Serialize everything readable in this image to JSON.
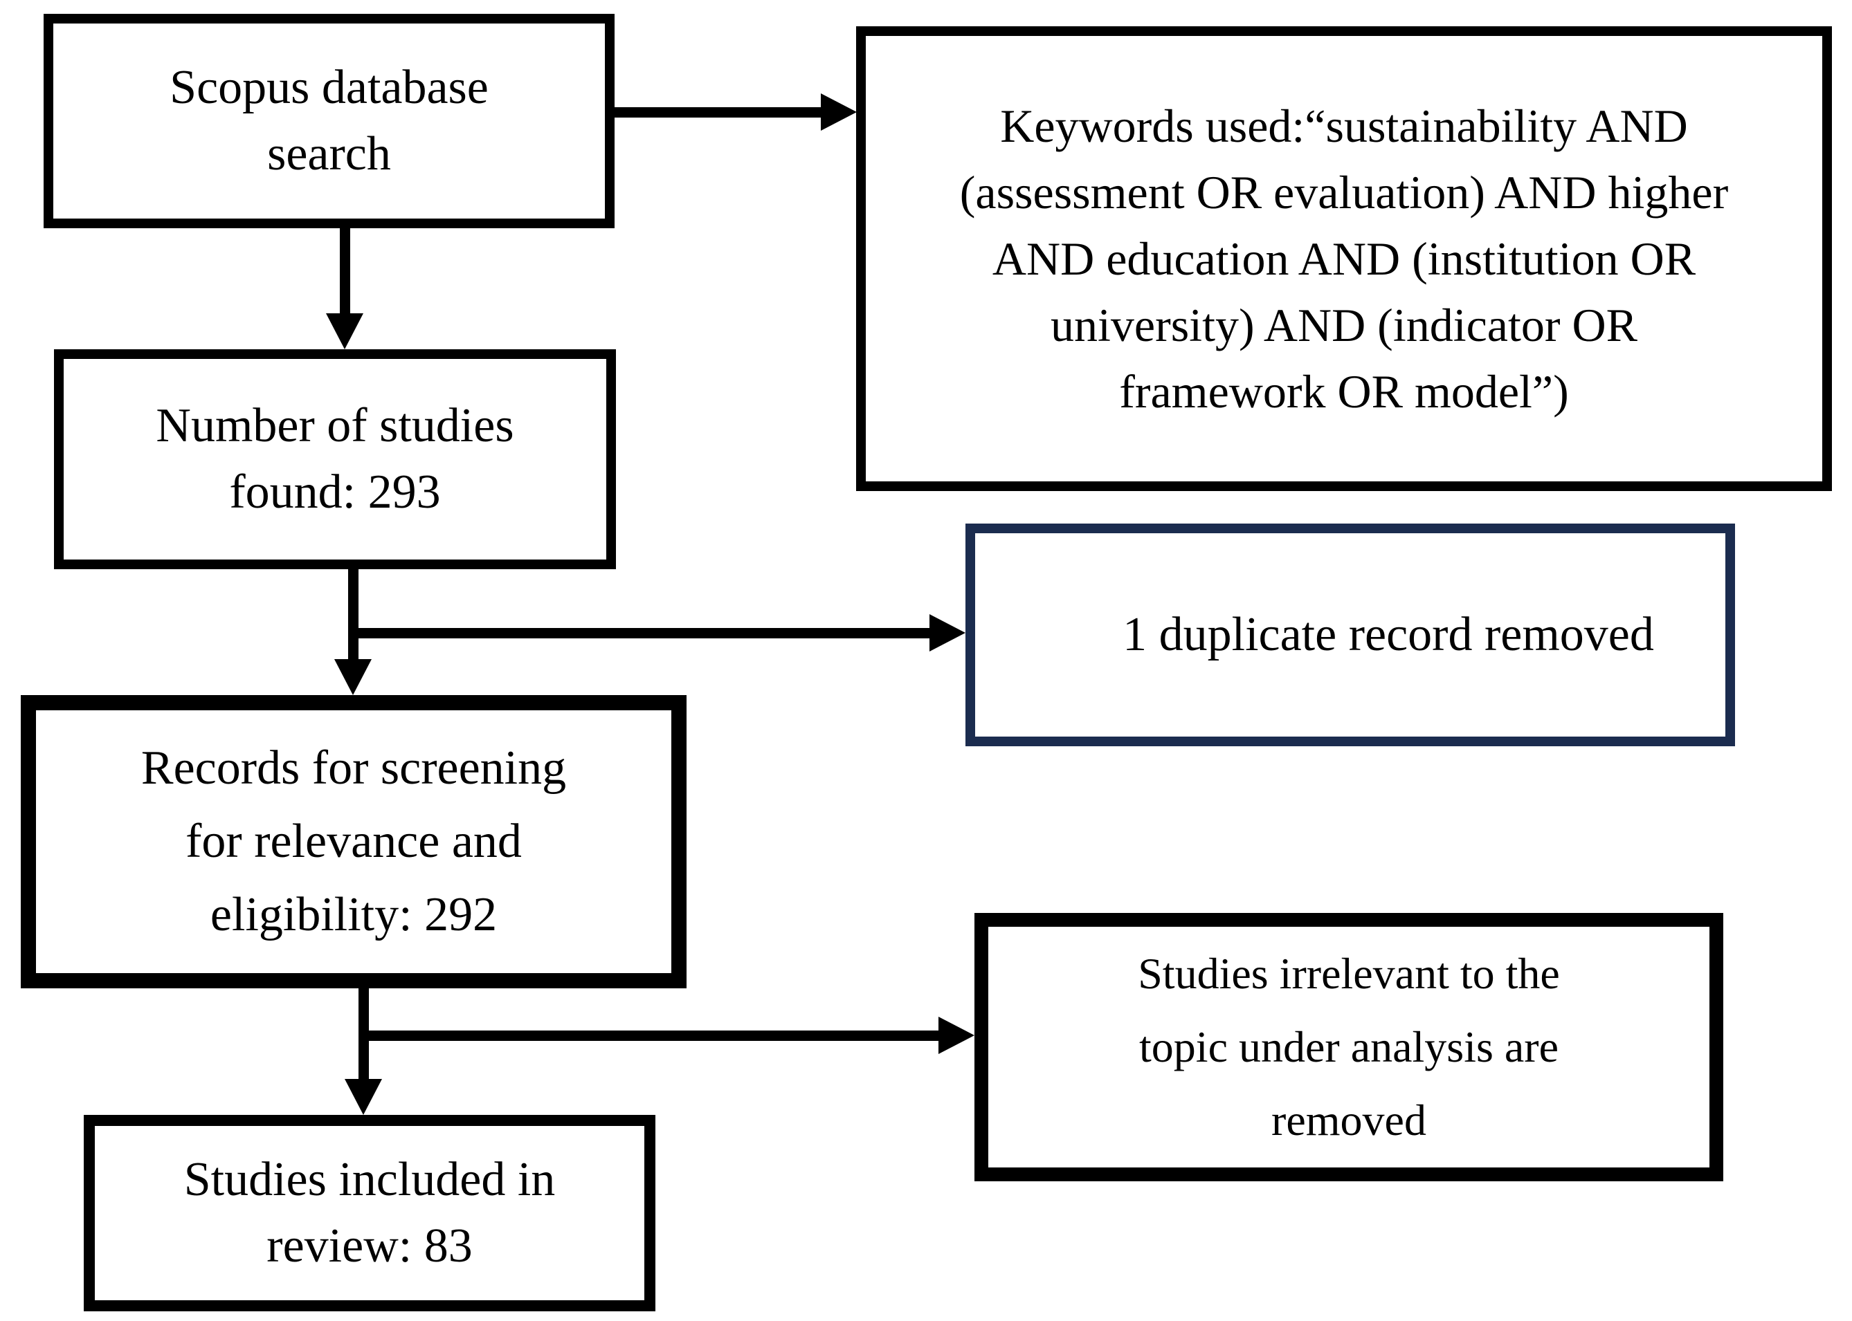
{
  "diagram": {
    "boxes": {
      "scopus": {
        "text": "Scopus database\nsearch"
      },
      "keywords": {
        "text": "Keywords used:“sustainability AND\n(assessment OR evaluation) AND higher\nAND education AND (institution OR\nuniversity) AND (indicator OR\nframework OR model”)"
      },
      "found": {
        "text": "Number of studies\nfound: 293"
      },
      "duplicate": {
        "text": "1 duplicate record removed"
      },
      "screening": {
        "text": "Records for screening\nfor relevance and\neligibility: 292"
      },
      "irrelevant": {
        "text": "Studies irrelevant to the\ntopic under analysis are\nremoved"
      },
      "included": {
        "text": "Studies included in\nreview: 83"
      }
    },
    "counts": {
      "studies_found": "293",
      "duplicates_removed": "1",
      "records_for_screening": "292",
      "studies_included": "83"
    },
    "colors": {
      "box_border": "#000000",
      "duplicate_box_border": "#1b2c4f",
      "connector": "#000000",
      "background": "#ffffff",
      "text": "#000000"
    }
  }
}
